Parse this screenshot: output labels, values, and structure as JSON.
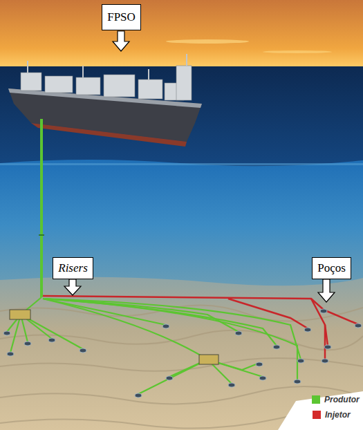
{
  "diagram": {
    "nodes": [
      {
        "text": [
          "FPSO"
        ]
      },
      {
        "text": [
          "Risers"
        ]
      },
      {
        "text": [
          "Poços"
        ]
      }
    ],
    "legend": [
      {
        "text": "Produtor",
        "color": "#5cc531"
      },
      {
        "text": "Injetor",
        "color": "#d42a2a"
      }
    ]
  }
}
